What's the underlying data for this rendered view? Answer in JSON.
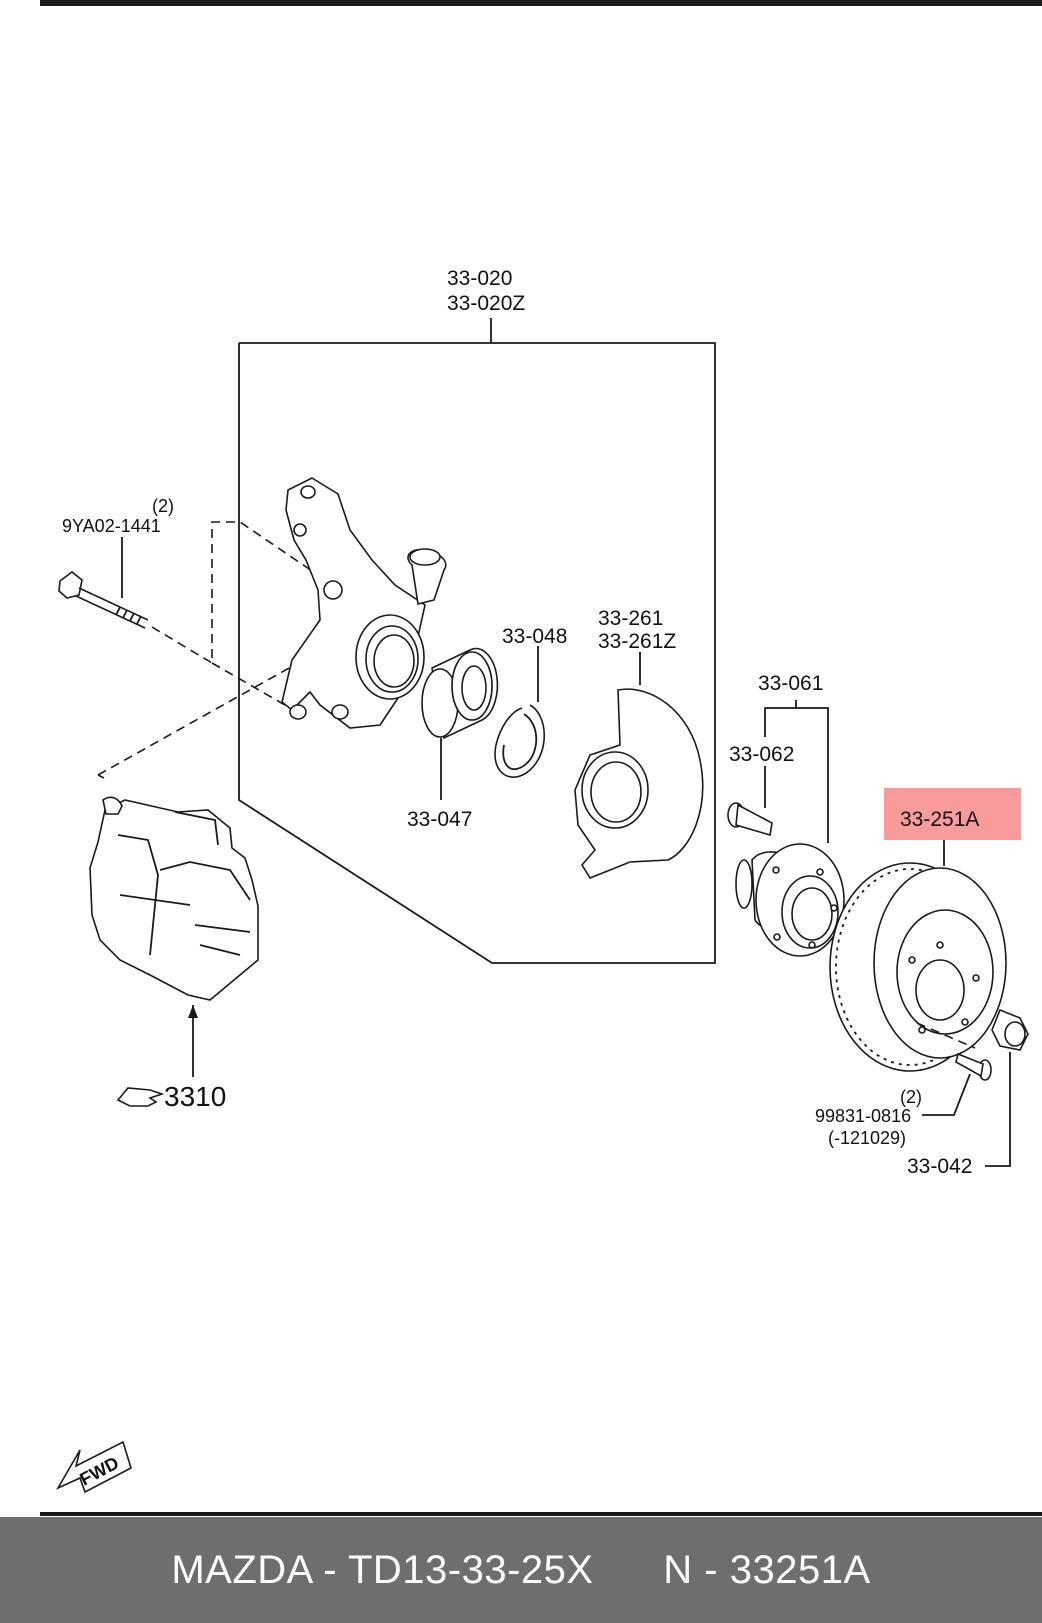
{
  "diagram": {
    "labels": {
      "knuckle_assembly_1": "33-020",
      "knuckle_assembly_2": "33-020Z",
      "bolt_qty": "(2)",
      "bolt": "9YA02-1441",
      "snap_ring": "33-048",
      "dust_cover_1": "33-261",
      "dust_cover_2": "33-261Z",
      "bearing": "33-047",
      "hub_assembly": "33-061",
      "hub_bolt": "33-062",
      "disc_plate": "33-251A",
      "screw_qty": "(2)",
      "screw": "99831-0816",
      "screw_note": "(-121029)",
      "lock_nut": "33-042",
      "caliper_ref": "3310",
      "fwd": "FWD"
    },
    "highlight_color": "#f79b9b"
  },
  "footer": {
    "text": "MAZDA - TD13-33-25X      N - 33251A"
  }
}
